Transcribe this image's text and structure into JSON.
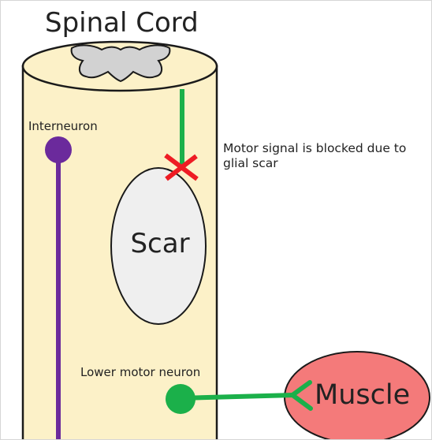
{
  "diagram": {
    "title": "Spinal Cord",
    "labels": {
      "interneuron": "Interneuron",
      "motor_signal_blocked": "Motor signal is blocked due to glial scar",
      "scar": "Scar",
      "lower_motor_neuron": "Lower motor neuron",
      "muscle": "Muscle"
    },
    "colors": {
      "cord_fill": "#fcf1c8",
      "outline": "#1a1a1a",
      "grey_matter": "#d2d2d2",
      "scar_fill": "#efefef",
      "interneuron": "#6b2a9c",
      "motor_neuron": "#1bb04a",
      "block_mark": "#ee1c24",
      "muscle_fill": "#f47a7a"
    },
    "icons": {
      "block_mark": "red-x-icon"
    }
  }
}
